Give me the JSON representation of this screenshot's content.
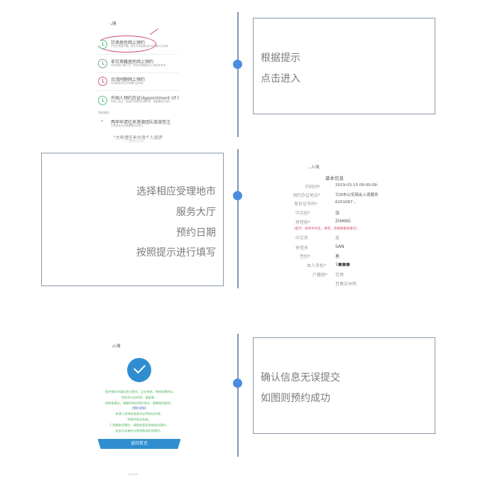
{
  "steps": [
    {
      "id": 1,
      "text_lines": [
        "根据提示",
        "点击进入"
      ],
      "screenshot": {
        "header": "...入境",
        "section_label": "入境",
        "items": [
          {
            "icon": "clock-icon",
            "color": "#5cc08f",
            "title": "甘肃居民网上预约",
            "subtitle": "已在甘肃省户籍，或在甘肃省居住的非户籍人员申请",
            "highlighted": true
          },
          {
            "icon": "clock-icon",
            "color": "#7aa3a0",
            "title": "非甘肃籍居民网上预约",
            "subtitle": "非甘肃省户籍人员，异地办理相关出入境证件申请"
          },
          {
            "icon": "clock-icon",
            "color": "#c9627a",
            "title": "台湾同胞网上预约",
            "subtitle": "台湾居民来往大陆通行证申请"
          },
          {
            "icon": "clock-icon",
            "color": "#5cc08f",
            "title": "外国人预约办证(Appointment Of Fo...",
            "subtitle": "外国人签证、居留许可预约办理申请，请根据提示填写"
          }
        ],
        "other_label": "其他服务",
        "other_items": [
          {
            "icon": "pin-icon",
            "title": "两岸申请往来港澳团队旅游签注",
            "subtitle": "大陆居民往来港澳通行证签注"
          },
          {
            "title": "\"大申请往来台湾个人旅游\"",
            "subtitle": "个人旅游签注申请"
          }
        ]
      }
    },
    {
      "id": 2,
      "text_lines": [
        "选择相应受理地市",
        "服务大厅",
        "预约日期",
        "按照提示进行填写"
      ],
      "screenshot": {
        "header": "...入境",
        "section_title": "基本信息",
        "fields": [
          {
            "label": "约时间*",
            "value": "2019-03-15 09:00-09:30"
          },
          {
            "label": "预约办证地点*",
            "value": "兰州市公安局出入境服务"
          },
          {
            "label": "身份证号码*",
            "value": "6201067..."
          },
          {
            "label": "中文姓*",
            "value": "张"
          },
          {
            "label": "拼音姓*",
            "value": "ZHANG"
          },
          {
            "label": "",
            "value": "(提示：如有中文名，拼音，须按照格式填写)",
            "warning": true
          },
          {
            "label": "中文名",
            "value": "三"
          },
          {
            "label": "拼音名",
            "value": "SAN"
          },
          {
            "label": "性别*",
            "value": "男"
          },
          {
            "label": "本人手机*",
            "value": "1■■■"
          },
          {
            "label": "户籍地*",
            "value": "甘肃"
          },
          {
            "label": "",
            "value": "甘肃兰州市"
          }
        ]
      }
    },
    {
      "id": 3,
      "text_lines": [
        "确认信息无误提交",
        "如图则预约成功"
      ],
      "screenshot": {
        "header": "...入境",
        "success_icon": "check-circle-icon",
        "message_lines": [
          "您的预约申请信息已提交，正在审核，审核结果将以",
          "短信形式告知您，请留意。",
          "如审核通过，请按时前往预约地点，谢谢您的配合。",
          "[预约须知]",
          "申请人须持有效身份证件前往办理，",
          "并按时到达现场。",
          "1.如需取消预约，请提前登录系统取消预约，",
          "若多次未按时办理将影响后续预约。"
        ],
        "button_label": "返回首页",
        "footer": "技术支持：..."
      }
    }
  ],
  "colors": {
    "timeline_line": "#7f97b2",
    "timeline_dot": "#4a8de0",
    "box_border": "#8a9aa8",
    "box_text": "#7b7b7b",
    "success_blue": "#2f8ed0",
    "success_text": "#4db35a",
    "highlight_red": "#d04a6a"
  }
}
